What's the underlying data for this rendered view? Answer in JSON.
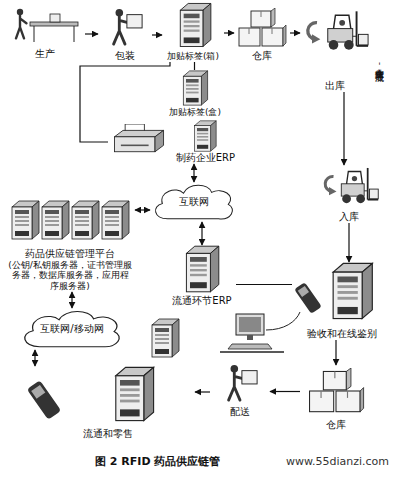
{
  "diagram": {
    "caption": "图 2 RFID 药品供应链管",
    "nodes": [
      {
        "text": [
          "生产"
        ]
      },
      {
        "text": [
          "包装"
        ]
      },
      {
        "text": [
          "加贴标签(箱)"
        ]
      },
      {
        "text": [
          "仓库"
        ]
      },
      {
        "text": [
          "出库"
        ]
      },
      {
        "text": [
          "加贴标签(盒)"
        ]
      },
      {
        "text": [
          "制药企业ERP"
        ]
      },
      {
        "text": [
          "互联网"
        ]
      },
      {
        "text": [
          "药品供应链管理平台",
          "(公钥/私钥服务器，证书管理服务器，数据库服务器，应用程序服务器)"
        ]
      },
      {
        "text": [
          "流通环节ERP"
        ]
      },
      {
        "text": [
          "入库"
        ]
      },
      {
        "text": [
          "验收和在线鉴别"
        ]
      },
      {
        "text": [
          "互联网/移动网"
        ]
      },
      {
        "text": [
          "流通和零售"
        ]
      },
      {
        "text": [
          "配送"
        ]
      },
      {
        "text": [
          "仓库"
        ]
      }
    ],
    "edges": [
      {
        "from": 0,
        "to": 1,
        "arrow": "to"
      },
      {
        "from": 1,
        "to": 2,
        "arrow": "to"
      },
      {
        "from": 2,
        "to": 3,
        "arrow": "to"
      },
      {
        "from": 3,
        "to": 4,
        "arrow": "to"
      },
      {
        "from": 4,
        "to": 10,
        "arrow": "to"
      },
      {
        "from": 10,
        "to": 11,
        "arrow": "to"
      },
      {
        "from": 11,
        "to": 15,
        "arrow": "to"
      },
      {
        "from": 15,
        "to": 14,
        "arrow": "to"
      },
      {
        "from": 14,
        "to": 13,
        "arrow": "to"
      },
      {
        "from": 2,
        "to": 5,
        "arrow": "none"
      },
      {
        "from": 2,
        "to": 6,
        "arrow": "none"
      },
      {
        "from": 6,
        "to": 7,
        "arrow": "both"
      },
      {
        "from": 7,
        "to": 8,
        "arrow": "both"
      },
      {
        "from": 7,
        "to": 9,
        "arrow": "both"
      },
      {
        "from": 9,
        "to": 11,
        "arrow": "none"
      },
      {
        "from": 8,
        "to": 12,
        "arrow": "both"
      },
      {
        "from": 12,
        "to": 13,
        "arrow": "both"
      }
    ],
    "labels": [
      "生产企业-流通环节",
      "www.55dianzi.com"
    ]
  }
}
